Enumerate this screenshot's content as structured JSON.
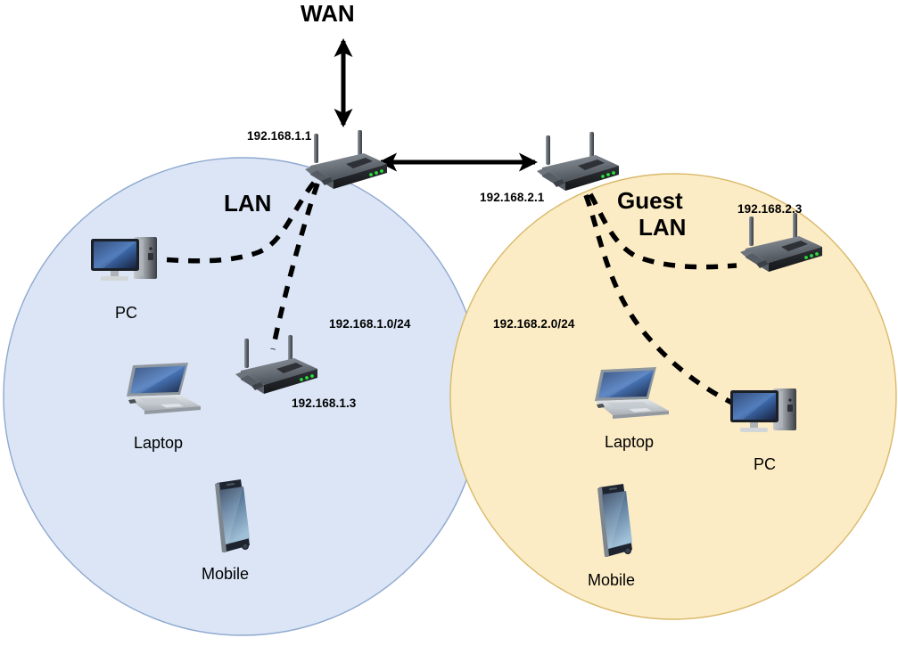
{
  "diagram": {
    "title_wan": "WAN",
    "zones": [
      {
        "id": "lan",
        "label": "LAN",
        "subnet": "192.168.1.0/24",
        "fill": "#dbe5f5",
        "stroke": "#8fa9d0"
      },
      {
        "id": "guest-lan",
        "label": "Guest\nLAN",
        "label_line1": "Guest",
        "label_line2": "LAN",
        "subnet": "192.168.2.0/24",
        "fill": "#fcecc5",
        "stroke": "#d9b969"
      }
    ],
    "devices": [
      {
        "id": "router-main",
        "type": "wireless-router",
        "ip": "192.168.1.1",
        "name": ""
      },
      {
        "id": "router-guest",
        "type": "wireless-router",
        "ip": "192.168.2.1",
        "name": ""
      },
      {
        "id": "router-lan-ap",
        "type": "wireless-router",
        "ip": "192.168.1.3",
        "name": ""
      },
      {
        "id": "router-guest-ap",
        "type": "wireless-router",
        "ip": "192.168.2.3",
        "name": ""
      },
      {
        "id": "pc-lan",
        "type": "desktop-pc",
        "ip": "",
        "name": "PC"
      },
      {
        "id": "laptop-lan",
        "type": "laptop",
        "ip": "",
        "name": "Laptop"
      },
      {
        "id": "mobile-lan",
        "type": "smartphone",
        "ip": "",
        "name": "Mobile"
      },
      {
        "id": "pc-guest",
        "type": "desktop-pc",
        "ip": "",
        "name": "PC"
      },
      {
        "id": "laptop-guest",
        "type": "laptop",
        "ip": "",
        "name": "Laptop"
      },
      {
        "id": "mobile-guest",
        "type": "smartphone",
        "ip": "",
        "name": "Mobile"
      }
    ],
    "links": [
      {
        "from": "router-main",
        "to": "wan",
        "style": "solid-double-arrow"
      },
      {
        "from": "router-main",
        "to": "router-guest",
        "style": "solid-double-arrow"
      },
      {
        "from": "router-main",
        "to": "pc-lan",
        "style": "dashed"
      },
      {
        "from": "router-main",
        "to": "router-lan-ap",
        "style": "dashed"
      },
      {
        "from": "router-guest",
        "to": "router-guest-ap",
        "style": "dashed"
      },
      {
        "from": "router-guest",
        "to": "pc-guest",
        "style": "dashed"
      }
    ],
    "colors": {
      "lan_fill": "#dbe5f5",
      "lan_stroke": "#8fa9d0",
      "guest_fill": "#fcecc5",
      "guest_stroke": "#d9b969",
      "link": "#000000",
      "text": "#000000"
    }
  }
}
